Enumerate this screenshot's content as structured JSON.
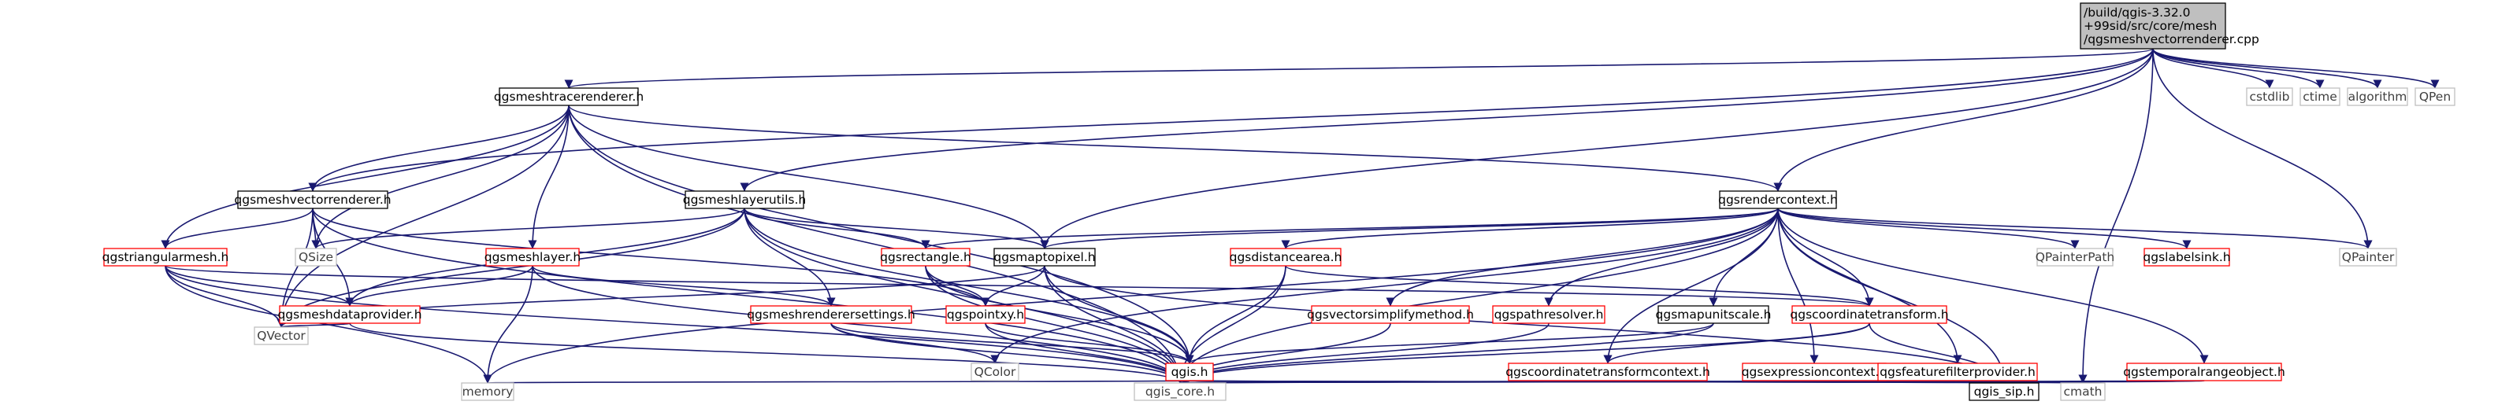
{
  "colors": {
    "edge": "#191970",
    "red_border": "#ff0000",
    "grey_border": "#bfbfbf",
    "black_border": "#000000",
    "root_fill": "#bfbfbf",
    "text": "#000000",
    "label_text_grey": "#404040"
  },
  "nodes": [
    {
      "id": "root",
      "label": "/build/qgis-3.32.0\n+99sid/src/core/mesh\n/qgsmeshvectorrenderer.cpp",
      "style": "root"
    },
    {
      "id": "cstdlib",
      "label": "cstdlib",
      "style": "grey"
    },
    {
      "id": "ctime",
      "label": "ctime",
      "style": "grey"
    },
    {
      "id": "algorithm",
      "label": "algorithm",
      "style": "grey"
    },
    {
      "id": "QPen",
      "label": "QPen",
      "style": "grey"
    },
    {
      "id": "qgsmeshtracerenderer",
      "label": "qgsmeshtracerenderer.h",
      "style": "black"
    },
    {
      "id": "qgsmeshvectorrenderer",
      "label": "qgsmeshvectorrenderer.h",
      "style": "black"
    },
    {
      "id": "qgsmeshlayerutils",
      "label": "qgsmeshlayerutils.h",
      "style": "black"
    },
    {
      "id": "qgsrendercontext",
      "label": "qgsrendercontext.h",
      "style": "black"
    },
    {
      "id": "qgstriangularmesh",
      "label": "qgstriangularmesh.h",
      "style": "red"
    },
    {
      "id": "QSize",
      "label": "QSize",
      "style": "grey"
    },
    {
      "id": "qgsmeshlayer",
      "label": "qgsmeshlayer.h",
      "style": "red"
    },
    {
      "id": "qgsrectangle",
      "label": "qgsrectangle.h",
      "style": "red"
    },
    {
      "id": "qgsmaptopixel",
      "label": "qgsmaptopixel.h",
      "style": "black"
    },
    {
      "id": "qgsdistancearea",
      "label": "qgsdistancearea.h",
      "style": "red"
    },
    {
      "id": "QPainterPath",
      "label": "QPainterPath",
      "style": "grey"
    },
    {
      "id": "qgslabelsink",
      "label": "qgslabelsink.h",
      "style": "red"
    },
    {
      "id": "QPainter",
      "label": "QPainter",
      "style": "grey"
    },
    {
      "id": "qgsmeshdataprovider",
      "label": "qgsmeshdataprovider.h",
      "style": "red"
    },
    {
      "id": "qgsmeshrenderersettings",
      "label": "qgsmeshrenderersettings.h",
      "style": "red"
    },
    {
      "id": "qgspointxy",
      "label": "qgspointxy.h",
      "style": "red"
    },
    {
      "id": "qgsvectorsimplifymethod",
      "label": "qgsvectorsimplifymethod.h",
      "style": "red"
    },
    {
      "id": "qgspathresolver",
      "label": "qgspathresolver.h",
      "style": "red"
    },
    {
      "id": "qgsmapunitscale",
      "label": "qgsmapunitscale.h",
      "style": "black"
    },
    {
      "id": "qgscoordinatetransform",
      "label": "qgscoordinatetransform.h",
      "style": "red"
    },
    {
      "id": "QVector",
      "label": "QVector",
      "style": "grey"
    },
    {
      "id": "QColor",
      "label": "QColor",
      "style": "grey"
    },
    {
      "id": "qgis",
      "label": "qgis.h",
      "style": "red"
    },
    {
      "id": "qgscoordinatetransformcontext",
      "label": "qgscoordinatetransformcontext.h",
      "style": "red"
    },
    {
      "id": "qgsexpressioncontext",
      "label": "qgsexpressioncontext.h",
      "style": "red"
    },
    {
      "id": "qgsfeaturefilterprovider",
      "label": "qgsfeaturefilterprovider.h",
      "style": "red"
    },
    {
      "id": "qgstemporalrangeobject",
      "label": "qgstemporalrangeobject.h",
      "style": "red"
    },
    {
      "id": "memory",
      "label": "memory",
      "style": "grey"
    },
    {
      "id": "qgis_core",
      "label": "qgis_core.h",
      "style": "grey"
    },
    {
      "id": "qgis_sip",
      "label": "qgis_sip.h",
      "style": "black"
    },
    {
      "id": "cmath",
      "label": "cmath",
      "style": "grey"
    }
  ],
  "edges": [
    [
      "root",
      "cstdlib"
    ],
    [
      "root",
      "ctime"
    ],
    [
      "root",
      "algorithm"
    ],
    [
      "root",
      "QPen"
    ],
    [
      "root",
      "qgsmeshtracerenderer"
    ],
    [
      "root",
      "qgsmeshvectorrenderer"
    ],
    [
      "root",
      "qgsmeshlayerutils"
    ],
    [
      "root",
      "qgsrendercontext"
    ],
    [
      "root",
      "qgsmaptopixel"
    ],
    [
      "root",
      "QPainter"
    ],
    [
      "root",
      "cmath"
    ],
    [
      "qgsmeshtracerenderer",
      "qgsmeshvectorrenderer"
    ],
    [
      "qgsmeshtracerenderer",
      "qgstriangularmesh"
    ],
    [
      "qgsmeshtracerenderer",
      "QSize"
    ],
    [
      "qgsmeshtracerenderer",
      "qgsmeshlayer"
    ],
    [
      "qgsmeshtracerenderer",
      "qgsmaptopixel"
    ],
    [
      "qgsmeshtracerenderer",
      "qgsrendercontext"
    ],
    [
      "qgsmeshtracerenderer",
      "qgis_core"
    ],
    [
      "qgsmeshtracerenderer",
      "qgis"
    ],
    [
      "qgsmeshtracerenderer",
      "QVector"
    ],
    [
      "qgsmeshvectorrenderer",
      "qgstriangularmesh"
    ],
    [
      "qgsmeshvectorrenderer",
      "QSize"
    ],
    [
      "qgsmeshvectorrenderer",
      "qgsmeshdataprovider"
    ],
    [
      "qgsmeshvectorrenderer",
      "QVector"
    ],
    [
      "qgsmeshvectorrenderer",
      "qgis_core"
    ],
    [
      "qgsmeshvectorrenderer",
      "qgspointxy"
    ],
    [
      "qgsmeshlayerutils",
      "QSize"
    ],
    [
      "qgsmeshlayerutils",
      "qgsrectangle"
    ],
    [
      "qgsmeshlayerutils",
      "qgsmaptopixel"
    ],
    [
      "qgsmeshlayerutils",
      "qgsmeshdataprovider"
    ],
    [
      "qgsmeshlayerutils",
      "qgsmeshrenderersettings"
    ],
    [
      "qgsmeshlayerutils",
      "QVector"
    ],
    [
      "qgsmeshlayerutils",
      "qgis_core"
    ],
    [
      "qgsmeshlayerutils",
      "qgis"
    ],
    [
      "qgsrendercontext",
      "qgsmaptopixel"
    ],
    [
      "qgsrendercontext",
      "qgsrectangle"
    ],
    [
      "qgsrendercontext",
      "qgsdistancearea"
    ],
    [
      "qgsrendercontext",
      "QPainterPath"
    ],
    [
      "qgsrendercontext",
      "qgslabelsink"
    ],
    [
      "qgsrendercontext",
      "QPainter"
    ],
    [
      "qgsrendercontext",
      "qgsvectorsimplifymethod"
    ],
    [
      "qgsrendercontext",
      "qgspathresolver"
    ],
    [
      "qgsrendercontext",
      "qgsmapunitscale"
    ],
    [
      "qgsrendercontext",
      "qgscoordinatetransform"
    ],
    [
      "qgsrendercontext",
      "qgscoordinatetransformcontext"
    ],
    [
      "qgsrendercontext",
      "qgsexpressioncontext"
    ],
    [
      "qgsrendercontext",
      "qgsfeaturefilterprovider"
    ],
    [
      "qgsrendercontext",
      "qgstemporalrangeobject"
    ],
    [
      "qgsrendercontext",
      "QColor"
    ],
    [
      "qgsrendercontext",
      "qgis_core"
    ],
    [
      "qgsrendercontext",
      "qgis_sip"
    ],
    [
      "qgsrendercontext",
      "memory"
    ],
    [
      "qgstriangularmesh",
      "QVector"
    ],
    [
      "qgstriangularmesh",
      "qgsmeshdataprovider"
    ],
    [
      "qgstriangularmesh",
      "memory"
    ],
    [
      "qgstriangularmesh",
      "qgis_core"
    ],
    [
      "qgstriangularmesh",
      "qgscoordinatetransform"
    ],
    [
      "qgsmeshlayer",
      "qgsmeshdataprovider"
    ],
    [
      "qgsmeshlayer",
      "qgsmeshrenderersettings"
    ],
    [
      "qgsmeshlayer",
      "memory"
    ],
    [
      "qgsmeshlayer",
      "qgis_core"
    ],
    [
      "qgsrectangle",
      "qgspointxy"
    ],
    [
      "qgsrectangle",
      "qgis"
    ],
    [
      "qgsrectangle",
      "qgis_core"
    ],
    [
      "qgsmaptopixel",
      "qgspointxy"
    ],
    [
      "qgsmaptopixel",
      "qgis"
    ],
    [
      "qgsmaptopixel",
      "qgis_core"
    ],
    [
      "qgsmaptopixel",
      "qgis_sip"
    ],
    [
      "qgsmaptopixel",
      "QVector"
    ],
    [
      "qgsdistancearea",
      "qgscoordinatetransform"
    ],
    [
      "qgsdistancearea",
      "qgis"
    ],
    [
      "qgsdistancearea",
      "qgis_core"
    ],
    [
      "qgsmeshdataprovider",
      "QVector"
    ],
    [
      "qgsmeshdataprovider",
      "qgis_core"
    ],
    [
      "qgsmeshrenderersettings",
      "QColor"
    ],
    [
      "qgsmeshrenderersettings",
      "qgis"
    ],
    [
      "qgsmeshrenderersettings",
      "qgis_core"
    ],
    [
      "qgspointxy",
      "qgis"
    ],
    [
      "qgspointxy",
      "qgis_core"
    ],
    [
      "qgsvectorsimplifymethod",
      "qgis_core"
    ],
    [
      "qgspathresolver",
      "qgis_core"
    ],
    [
      "qgsmapunitscale",
      "qgis"
    ],
    [
      "qgsmapunitscale",
      "qgis_core"
    ],
    [
      "qgscoordinatetransform",
      "qgscoordinatetransformcontext"
    ],
    [
      "qgscoordinatetransform",
      "qgis_core"
    ],
    [
      "qgscoordinatetransform",
      "qgis_sip"
    ],
    [
      "qgis",
      "memory"
    ],
    [
      "qgis",
      "cmath"
    ],
    [
      "qgis",
      "qgis_core"
    ],
    [
      "qgis",
      "qgis_sip"
    ],
    [
      "qgscoordinatetransformcontext",
      "qgis_core"
    ],
    [
      "qgscoordinatetransformcontext",
      "qgis_sip"
    ],
    [
      "qgsexpressioncontext",
      "qgis_core"
    ],
    [
      "qgsexpressioncontext",
      "qgis_sip"
    ],
    [
      "qgsfeaturefilterprovider",
      "qgis_core"
    ],
    [
      "qgsfeaturefilterprovider",
      "qgis_sip"
    ],
    [
      "qgstemporalrangeobject",
      "qgis_core"
    ],
    [
      "qgstemporalrangeobject",
      "qgis_sip"
    ]
  ]
}
